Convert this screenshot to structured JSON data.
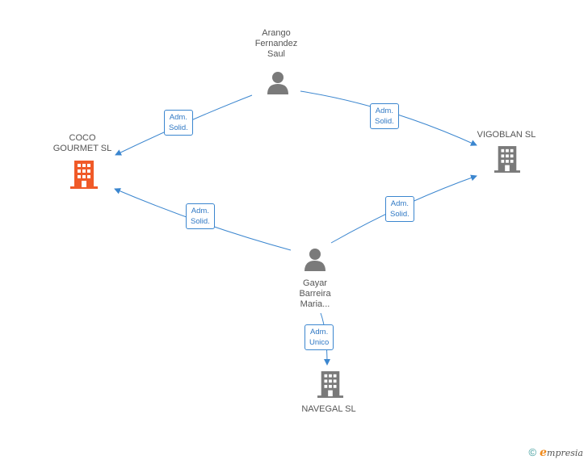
{
  "nodes": {
    "arango": {
      "label": "Arango\nFernandez\nSaul",
      "type": "person",
      "icon": "person-icon"
    },
    "gayar": {
      "label": "Gayar\nBarreira\nMaria...",
      "type": "person",
      "icon": "person-icon"
    },
    "coco": {
      "label": "COCO\nGOURMET SL",
      "type": "company",
      "icon": "building-icon",
      "color": "#f05a28"
    },
    "vigoblan": {
      "label": "VIGOBLAN SL",
      "type": "company",
      "icon": "building-icon",
      "color": "#7a7a7a"
    },
    "navegal": {
      "label": "NAVEGAL SL",
      "type": "company",
      "icon": "building-icon",
      "color": "#7a7a7a"
    }
  },
  "edges": [
    {
      "from": "arango",
      "to": "coco",
      "label": "Adm.\nSolid."
    },
    {
      "from": "arango",
      "to": "vigoblan",
      "label": "Adm.\nSolid."
    },
    {
      "from": "gayar",
      "to": "coco",
      "label": "Adm.\nSolid."
    },
    {
      "from": "gayar",
      "to": "vigoblan",
      "label": "Adm.\nSolid."
    },
    {
      "from": "gayar",
      "to": "navegal",
      "label": "Adm.\nUnico"
    }
  ],
  "colors": {
    "edge": "#3b86cf",
    "person": "#7a7a7a"
  },
  "footer": {
    "copyright": "©",
    "brand_initial": "e",
    "brand_rest": "mpresia"
  }
}
